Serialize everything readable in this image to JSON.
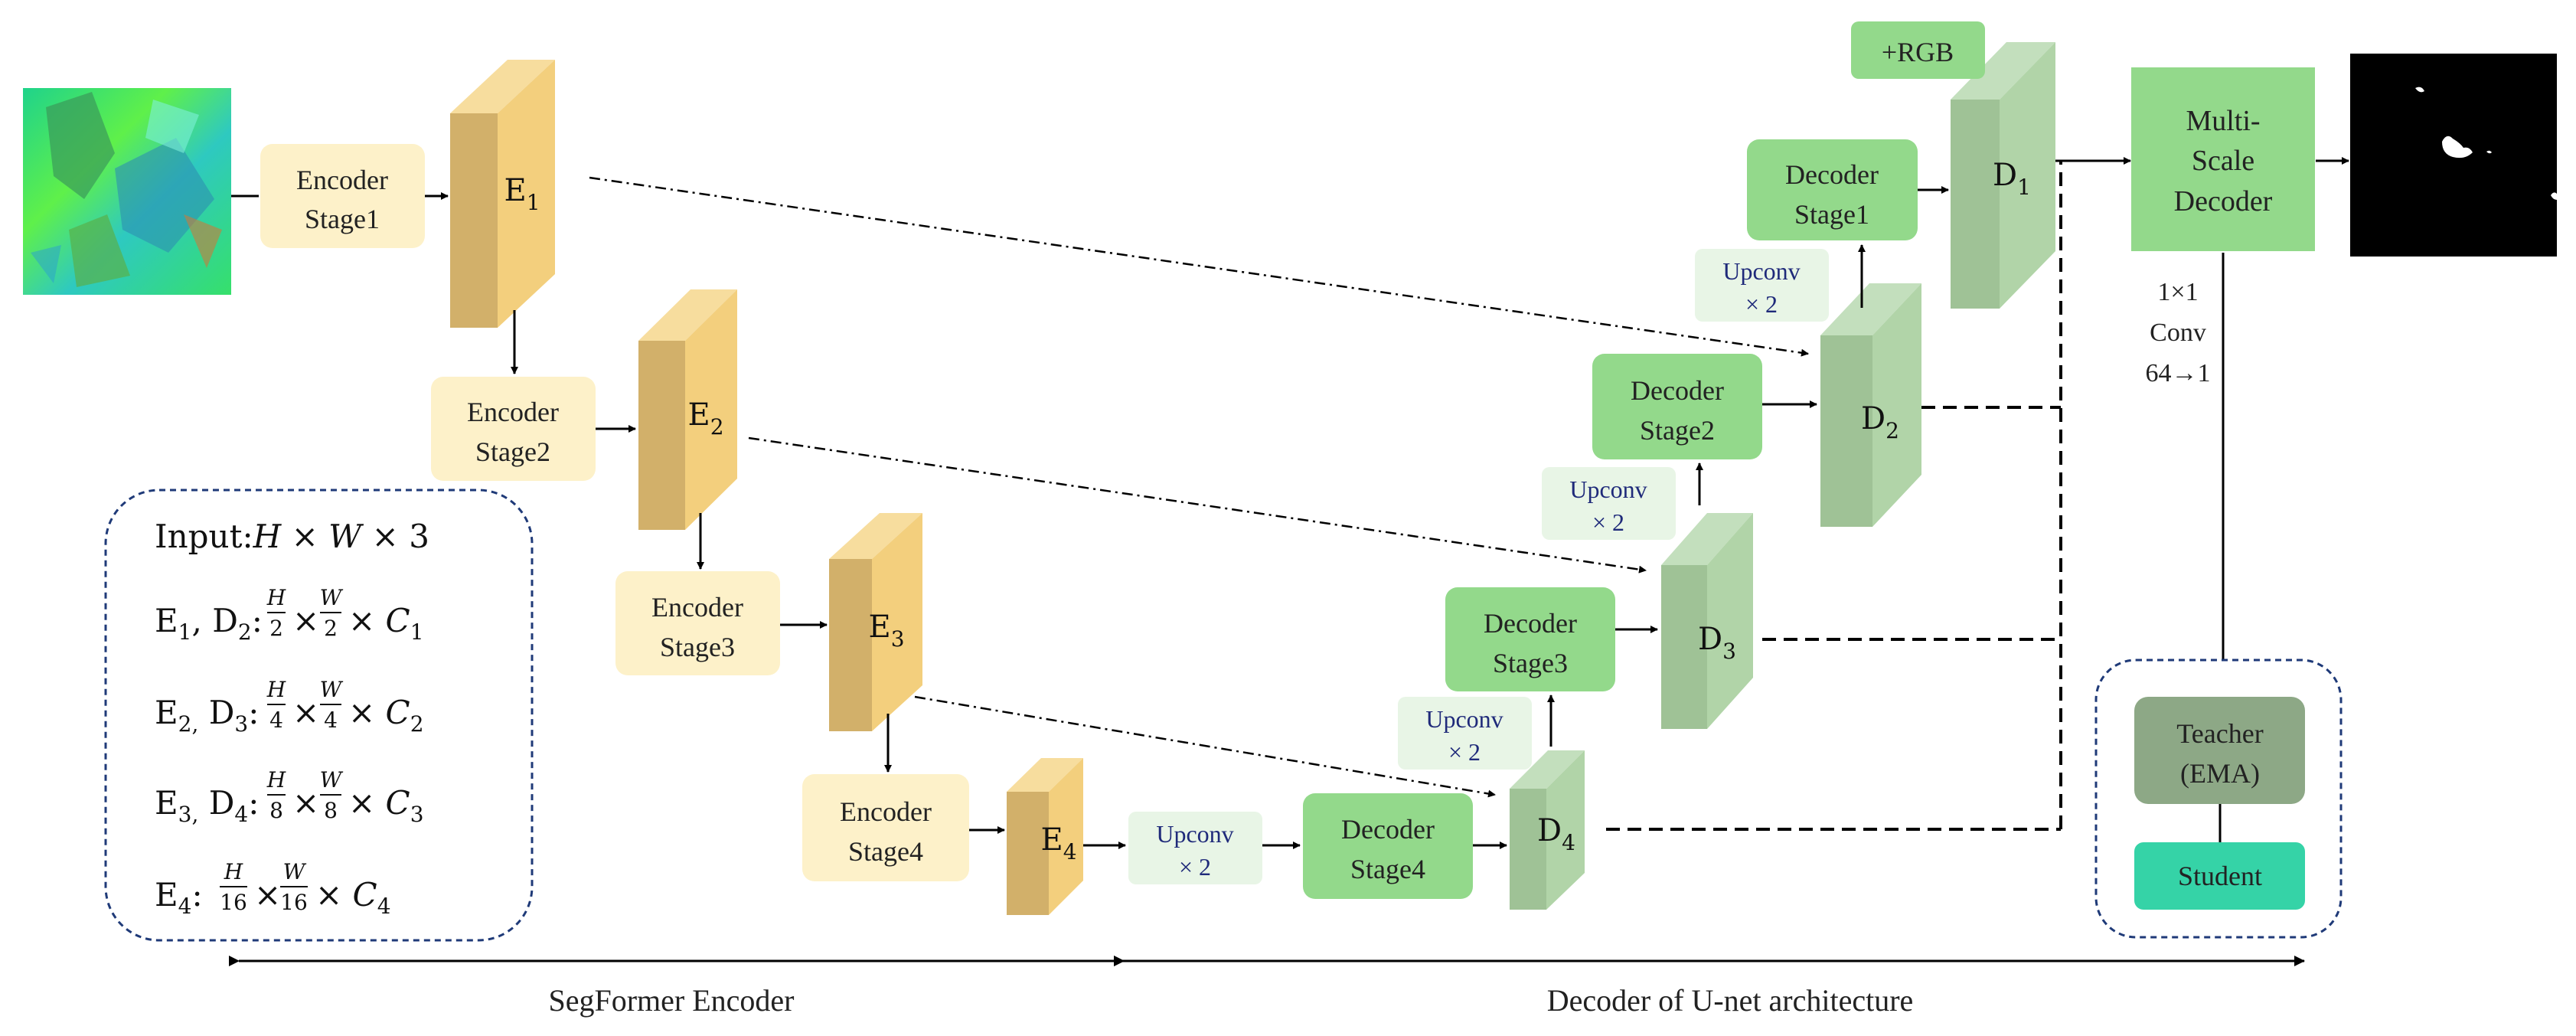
{
  "encoder_stages": [
    "Encoder Stage1",
    "Encoder Stage2",
    "Encoder Stage3",
    "Encoder Stage4"
  ],
  "decoder_stages": [
    "Decoder Stage1",
    "Decoder Stage2",
    "Decoder Stage3",
    "Decoder Stage4"
  ],
  "encoder_features": {
    "e1": "E",
    "e2": "E",
    "e3": "E",
    "e4": "E",
    "sub1": "1",
    "sub2": "2",
    "sub3": "3",
    "sub4": "4"
  },
  "decoder_features": {
    "d1": "D",
    "d2": "D",
    "d3": "D",
    "d4": "D",
    "sub1": "1",
    "sub2": "2",
    "sub3": "3",
    "sub4": "4"
  },
  "upconv": {
    "line1": "Upconv",
    "line2": "× 2"
  },
  "rgb_label": "+RGB",
  "multiscale_decoder": [
    "Multi-",
    "Scale",
    "Decoder"
  ],
  "conv_note": [
    "1×1",
    "Conv",
    "64→1"
  ],
  "teacher": [
    "Teacher",
    "(EMA)"
  ],
  "student": "Student",
  "bottom_labels": {
    "encoder": "SegFormer  Encoder",
    "decoder": "Decoder  of  U-net architecture"
  },
  "legend": {
    "input": "Input:",
    "input_dims": "H × W × 3",
    "rows": [
      {
        "names": "E₁, D₂:",
        "num": "H",
        "den": "2",
        "num2": "W",
        "den2": "2",
        "ch": "C₁"
      },
      {
        "names": "E₂, D₃:",
        "num": "H",
        "den": "4",
        "num2": "W",
        "den2": "4",
        "ch": "C₂"
      },
      {
        "names": "E₃, D₄:",
        "num": "H",
        "den": "8",
        "num2": "W",
        "den2": "8",
        "ch": "C₃"
      },
      {
        "names": "E₄:",
        "num": "H",
        "den": "16",
        "num2": "W",
        "den2": "16",
        "ch": "C₄"
      }
    ]
  },
  "colors": {
    "encoder_box": "#fdf1c9",
    "encoder_block": "#f3cf7d",
    "decoder_box": "#93d98b",
    "decoder_block": "#a3c79b",
    "upconv_box": "#e8f5e6",
    "upconv_text": "#1f2a7a",
    "teacher": "#8da886",
    "student": "#35d3a7",
    "dash_border": "#1f3a78"
  }
}
